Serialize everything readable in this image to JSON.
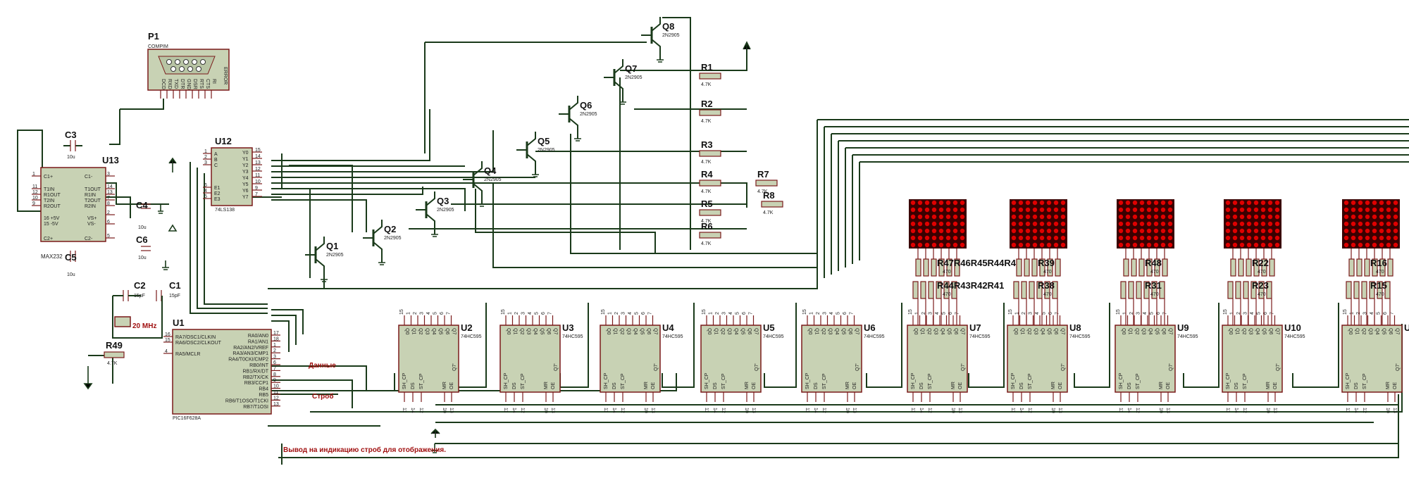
{
  "connector": {
    "ref": "P1",
    "type": "COMPIM",
    "pins": [
      "DCD",
      "RXD",
      "TXD",
      "DTR",
      "GND",
      "DSR",
      "RTS",
      "CTS",
      "RI"
    ],
    "label": "ERROR"
  },
  "max232": {
    "ref": "U13",
    "part": "MAX232",
    "pins_left": [
      "C1+",
      "T1IN",
      "R1OUT",
      "T2IN",
      "R2OUT",
      "C2+"
    ],
    "pins_right": [
      "C1-",
      "T1OUT",
      "R1IN",
      "T2OUT",
      "R2IN",
      "C2-"
    ],
    "pins_mid": [
      "16 +5V",
      "15 -5V"
    ],
    "vs_plus": "VS+",
    "vs_minus": "VS-",
    "pinnums_l": [
      "1",
      "11",
      "12",
      "10",
      "9"
    ],
    "pinnums_r": [
      "3",
      "14",
      "13",
      "7",
      "8",
      "2",
      "6",
      "5"
    ]
  },
  "caps": [
    {
      "ref": "C3",
      "val": "10u"
    },
    {
      "ref": "C4",
      "val": "10u"
    },
    {
      "ref": "C5",
      "val": "10u"
    },
    {
      "ref": "C6",
      "val": "10u"
    },
    {
      "ref": "C2",
      "val": "15pF"
    },
    {
      "ref": "C1",
      "val": "15pF"
    }
  ],
  "crystal": {
    "label": "20 MHz"
  },
  "decoder": {
    "ref": "U12",
    "part": "74LS138",
    "inputs": [
      "A",
      "B",
      "C",
      "E1",
      "E2",
      "E3"
    ],
    "outputs": [
      "Y0",
      "Y1",
      "Y2",
      "Y3",
      "Y4",
      "Y5",
      "Y6",
      "Y7"
    ],
    "pinnums_l": [
      "1",
      "2",
      "3",
      "6",
      "4",
      "5"
    ],
    "pinnums_r": [
      "15",
      "14",
      "13",
      "12",
      "11",
      "10",
      "9",
      "7"
    ]
  },
  "transistors": [
    {
      "ref": "Q1",
      "part": "2N2905"
    },
    {
      "ref": "Q2",
      "part": "2N2905"
    },
    {
      "ref": "Q3",
      "part": "2N2905"
    },
    {
      "ref": "Q4",
      "part": "2N2905"
    },
    {
      "ref": "Q5",
      "part": "2N2905"
    },
    {
      "ref": "Q6",
      "part": "2N2905"
    },
    {
      "ref": "Q7",
      "part": "2N2905"
    },
    {
      "ref": "Q8",
      "part": "2N2905"
    }
  ],
  "resistors": [
    {
      "ref": "R1",
      "val": "4.7K"
    },
    {
      "ref": "R2",
      "val": "4.7K"
    },
    {
      "ref": "R3",
      "val": "4.7K"
    },
    {
      "ref": "R4",
      "val": "4.7K"
    },
    {
      "ref": "R5",
      "val": "4.7K"
    },
    {
      "ref": "R6",
      "val": "4.7K"
    },
    {
      "ref": "R7",
      "val": "4.7K"
    },
    {
      "ref": "R8",
      "val": "4.7K"
    },
    {
      "ref": "R49",
      "val": "4.7K"
    }
  ],
  "mcu": {
    "ref": "U1",
    "part": "PIC16F628A",
    "pins_left": [
      "RA7/OSC1/CLKIN",
      "RA6/OSC2/CLKOUT",
      "",
      "RA5/MCLR"
    ],
    "pins_right": [
      "RA0/AN0",
      "RA1/AN1",
      "RA2/AN2/VREF",
      "RA3/AN3/CMP1",
      "RA4/T0CKI/CMP2",
      "RB0/INT",
      "RB1/RX/DT",
      "RB2/TX/CK",
      "RB3/CCP1",
      "RB4",
      "RB5",
      "RB6/T1OSO/T1CKI",
      "RB7/T1OSI"
    ],
    "pinnums_l": [
      "16",
      "15",
      "4"
    ],
    "pinnums_r": [
      "17",
      "18",
      "1",
      "2",
      "3",
      "6",
      "7",
      "8",
      "9",
      "10",
      "11",
      "12",
      "13"
    ]
  },
  "shift_regs": [
    {
      "ref": "U2",
      "part": "74HC595"
    },
    {
      "ref": "U3",
      "part": "74HC595"
    },
    {
      "ref": "U4",
      "part": "74HC595"
    },
    {
      "ref": "U5",
      "part": "74HC595"
    },
    {
      "ref": "U6",
      "part": "74HC595"
    },
    {
      "ref": "U7",
      "part": "74HC595"
    },
    {
      "ref": "U8",
      "part": "74HC595"
    },
    {
      "ref": "U9",
      "part": "74HC595"
    },
    {
      "ref": "U10",
      "part": "74HC595"
    },
    {
      "ref": "U1",
      "part": ""
    }
  ],
  "sr_pins_top": [
    "Q0",
    "Q1",
    "Q2",
    "Q3",
    "Q4",
    "Q5",
    "Q6",
    "Q7"
  ],
  "sr_pins_bot": [
    "SH_CP",
    "DS",
    "ST_CP",
    "MR",
    "OE"
  ],
  "sr_pin_q7s": "Q7'",
  "sr_pinnums_top": [
    "15",
    "1",
    "2",
    "3",
    "4",
    "5",
    "6",
    "7"
  ],
  "sr_pinnums_bot": [
    "11",
    "14",
    "12",
    "10",
    "13",
    "9"
  ],
  "matrix_res": [
    {
      "top": "R47R46R45R44R40",
      "bot": "R44R43R42R41"
    },
    {
      "top": "R39",
      "bot": "R38"
    },
    {
      "top": "R48",
      "bot": "R31"
    },
    {
      "top": "R22",
      "bot": "R23"
    },
    {
      "top": "R16",
      "bot": "R15"
    }
  ],
  "matrix_res_val": "470",
  "annotations": {
    "data": "Данные",
    "strobe": "Строб",
    "note": "Вывод на индикацию строб для отображения."
  },
  "colors": {
    "wire": "#1a3a1a",
    "chip_fill": "#c8d2b4",
    "chip_border": "#7a1a1a",
    "led_red": "#e00000",
    "led_bg": "#3a0000",
    "annotation": "#a01010"
  }
}
